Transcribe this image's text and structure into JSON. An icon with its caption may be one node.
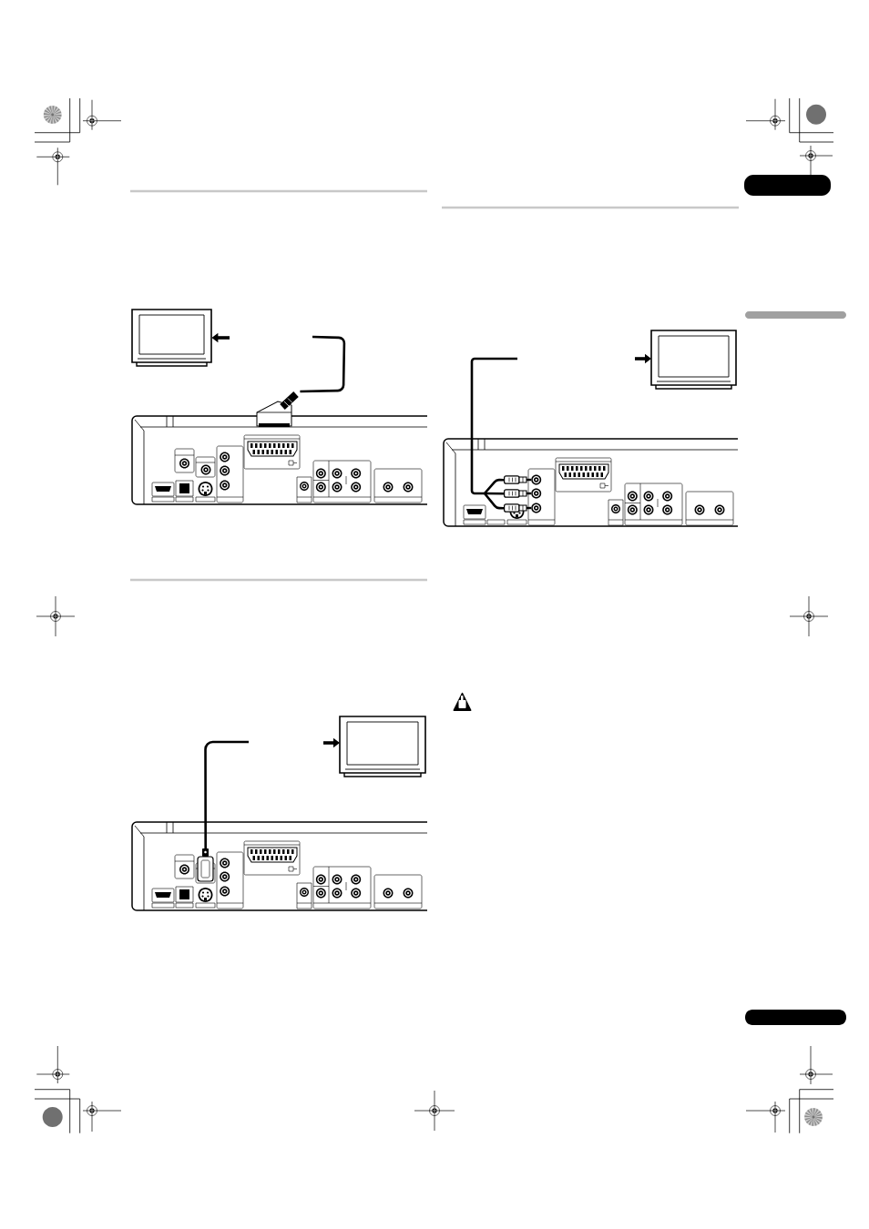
{
  "diagram": {
    "nodes": [
      {
        "text": [],
        "shape": "picture"
      },
      {
        "text": [],
        "shape": "picture"
      },
      {
        "text": [],
        "shape": "picture"
      },
      {
        "text": [],
        "shape": "picture"
      },
      {
        "text": [],
        "shape": "picture"
      },
      {
        "text": [],
        "shape": "picture",
        "in": 4
      },
      {
        "text": [],
        "shape": "picture"
      },
      {
        "text": [],
        "shape": "picture"
      },
      {
        "text": [],
        "shape": "picture",
        "in": 7
      },
      {
        "text": [],
        "shape": "picture",
        "in": 7
      },
      {
        "text": [],
        "shape": "picture",
        "in": 7
      }
    ],
    "edges": [
      {
        "from": null,
        "to": 0,
        "arrow": "to"
      },
      {
        "from": 1,
        "to": null,
        "arrow": "none"
      },
      {
        "from": null,
        "to": 3,
        "arrow": "to"
      },
      {
        "from": 5,
        "to": null,
        "arrow": "none"
      },
      {
        "from": null,
        "to": 6,
        "arrow": "to"
      },
      {
        "from": 8,
        "to": null,
        "arrow": "none"
      },
      {
        "from": 9,
        "to": null,
        "arrow": "none"
      },
      {
        "from": 10,
        "to": null,
        "arrow": "none"
      }
    ]
  }
}
